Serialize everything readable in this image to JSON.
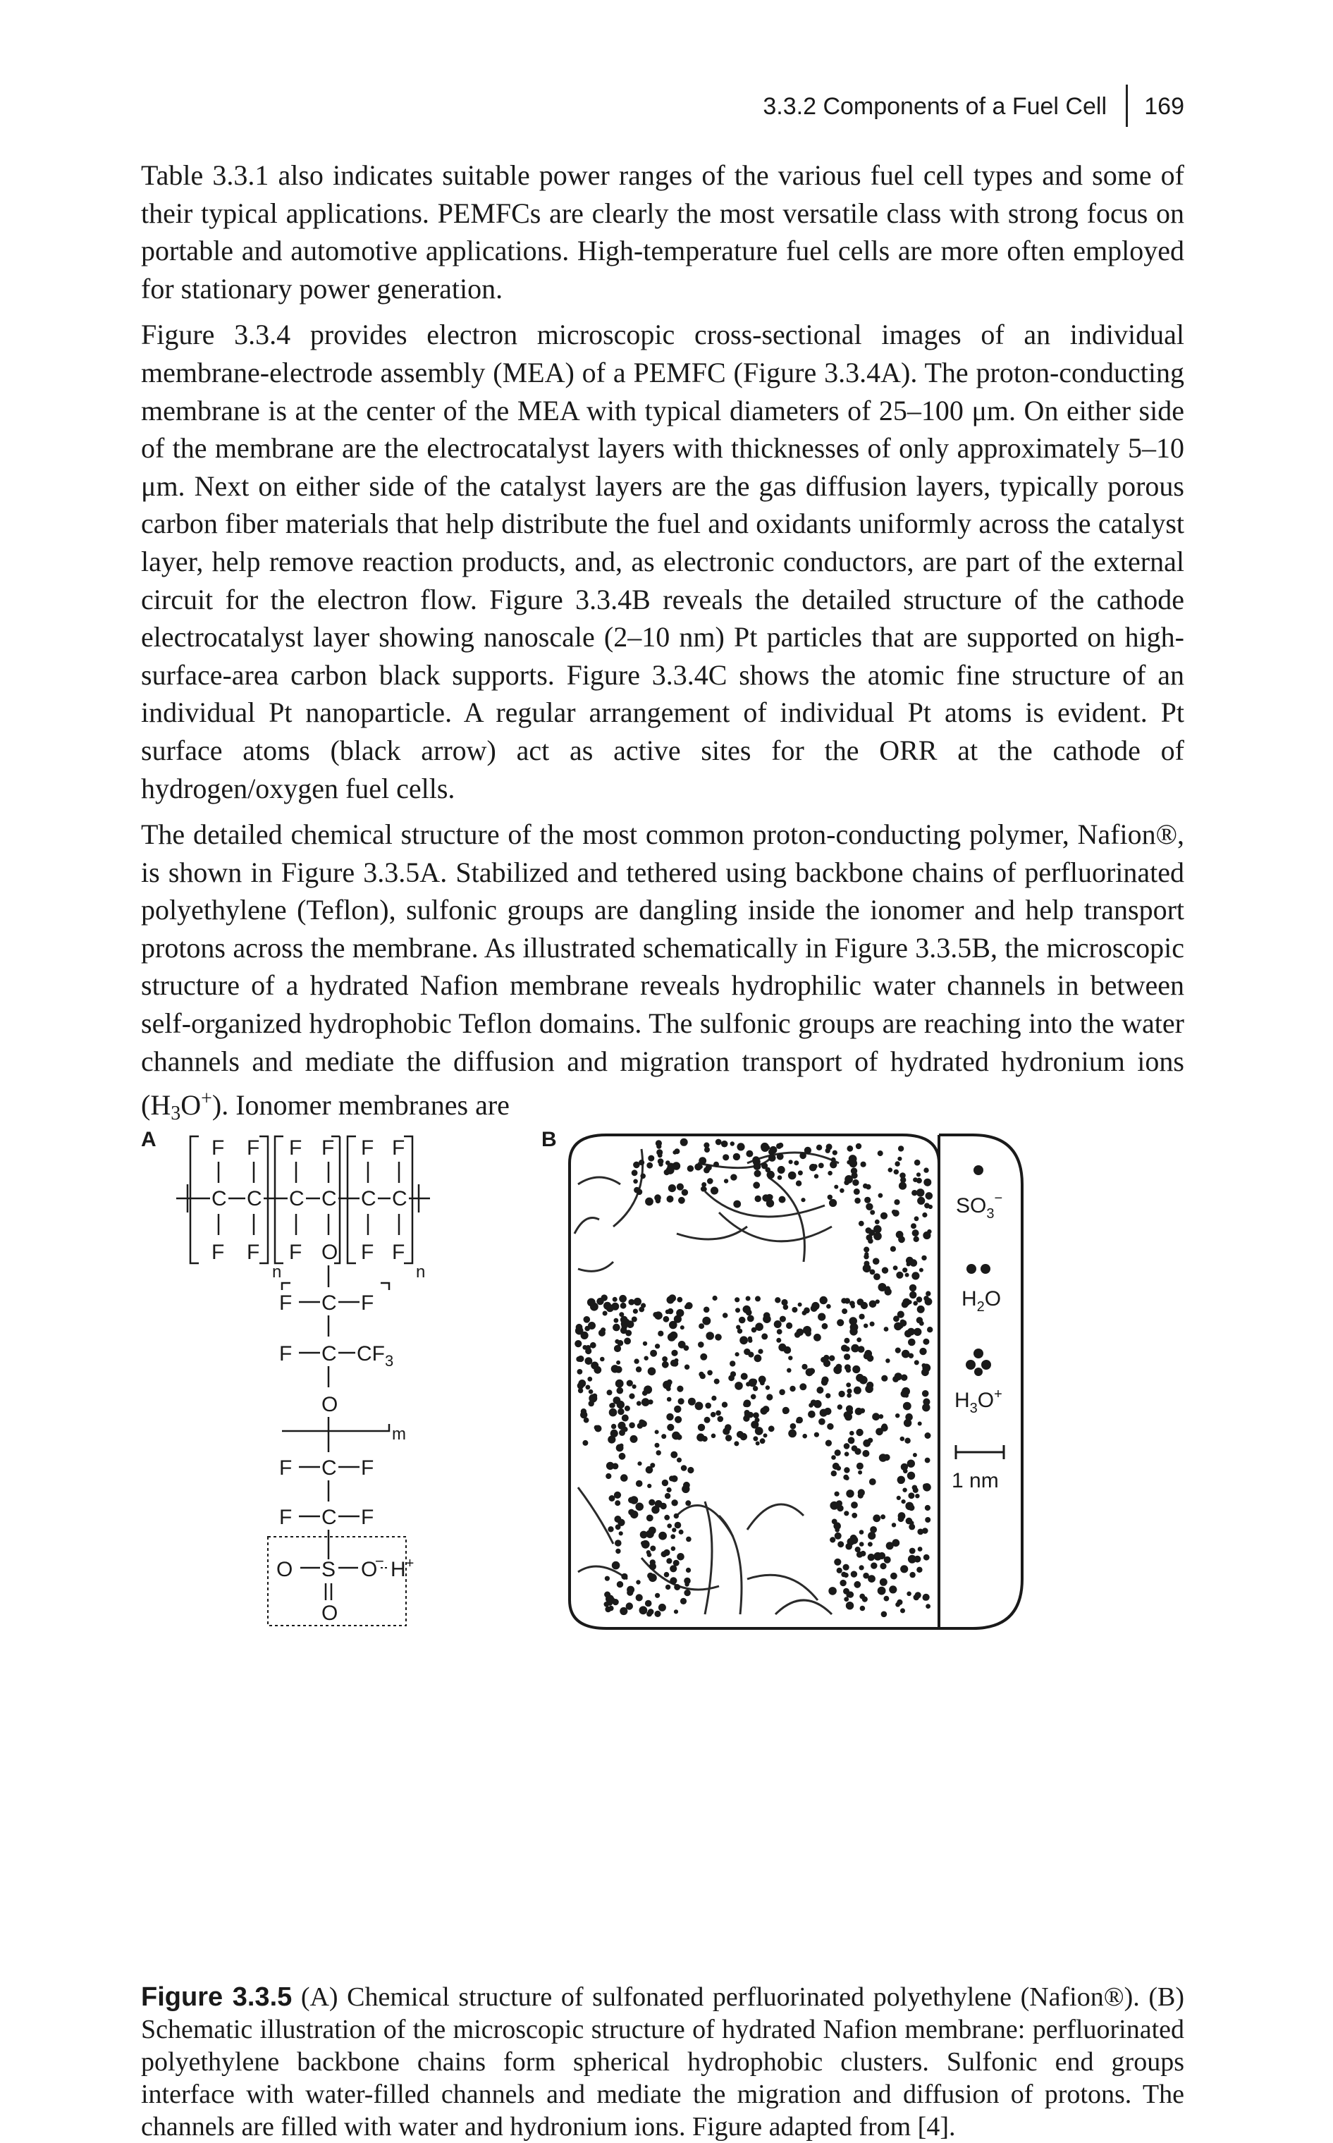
{
  "header": {
    "section_title": "3.3.2 Components of a Fuel Cell",
    "page_number": "169"
  },
  "paragraphs": {
    "p1": "Table 3.3.1 also indicates suitable power ranges of the various fuel cell types and some of their typical applications. PEMFCs are clearly the most versatile class with strong focus on portable and automotive applications. High-temperature fuel cells are more often employed for stationary power generation.",
    "p2": "Figure 3.3.4 provides electron microscopic cross-sectional images of an individual membrane-electrode assembly (MEA) of a PEMFC (Figure 3.3.4A). The proton-conducting membrane is at the center of the MEA with typical diameters of 25–100 μm. On either side of the membrane are the electrocatalyst layers with thicknesses of only approximately 5–10 μm. Next on either side of the catalyst layers are the gas diffusion layers, typically porous carbon fiber materials that help distribute the fuel and oxidants uniformly across the catalyst layer, help remove reaction products, and, as electronic conductors, are part of the external circuit for the electron flow. Figure 3.3.4B reveals the detailed structure of the cathode electrocatalyst layer showing nanoscale (2–10 nm) Pt particles that are supported on high-surface-area carbon black supports. Figure 3.3.4C shows the atomic fine structure of an individual Pt nanoparticle. A regular arrangement of individual Pt atoms is evident. Pt surface atoms (black arrow) act as active sites for the ORR at the cathode of hydrogen/oxygen fuel cells.",
    "p3_part1": "The detailed chemical structure of the most common proton-conducting polymer, Nafion®, is shown in Figure 3.3.5A. Stabilized and tethered using backbone chains of perfluorinated polyethylene (Teflon), sulfonic groups are dangling inside the ionomer and help transport protons across the membrane. As illustrated schematically in Figure 3.3.5B, the microscopic structure of a hydrated Nafion membrane reveals hydrophilic water channels in between self-organized hydrophobic Teflon domains. The sulfonic groups are reaching into the water channels and mediate the diffusion and migration transport of hydrated hydronium ions (H",
    "p3_sub": "3",
    "p3_mid": "O",
    "p3_sup": "+",
    "p3_part2": "). Ionomer membranes are"
  },
  "figure": {
    "panel_a_label": "A",
    "panel_b_label": "B",
    "structure": {
      "F": "F",
      "C": "C",
      "O": "O",
      "n": "n",
      "m": "m",
      "CF3": "CF",
      "CF3_sub": "3",
      "S": "S",
      "H_plus": "H",
      "plus": "+",
      "minus": "−"
    },
    "legend": {
      "so3": "SO",
      "so3_sub": "3",
      "so3_sup": "−",
      "h2o": "H",
      "h2o_sub": "2",
      "h2o_tail": "O",
      "h3o": "H",
      "h3o_sub": "3",
      "h3o_tail": "O",
      "h3o_sup": "+",
      "scale": "1 nm"
    },
    "caption_label": "Figure 3.3.5",
    "caption_text": " (A) Chemical structure of sulfonated perfluorinated polyethylene (Nafion®). (B) Schematic illustration of the microscopic structure of hydrated Nafion membrane: perfluorinated polyethylene backbone chains form spherical hydrophobic clusters. Sulfonic end groups interface with water-filled channels and mediate the migration and diffusion of protons. The channels are filled with water and hydronium ions. Figure adapted from [4]."
  }
}
